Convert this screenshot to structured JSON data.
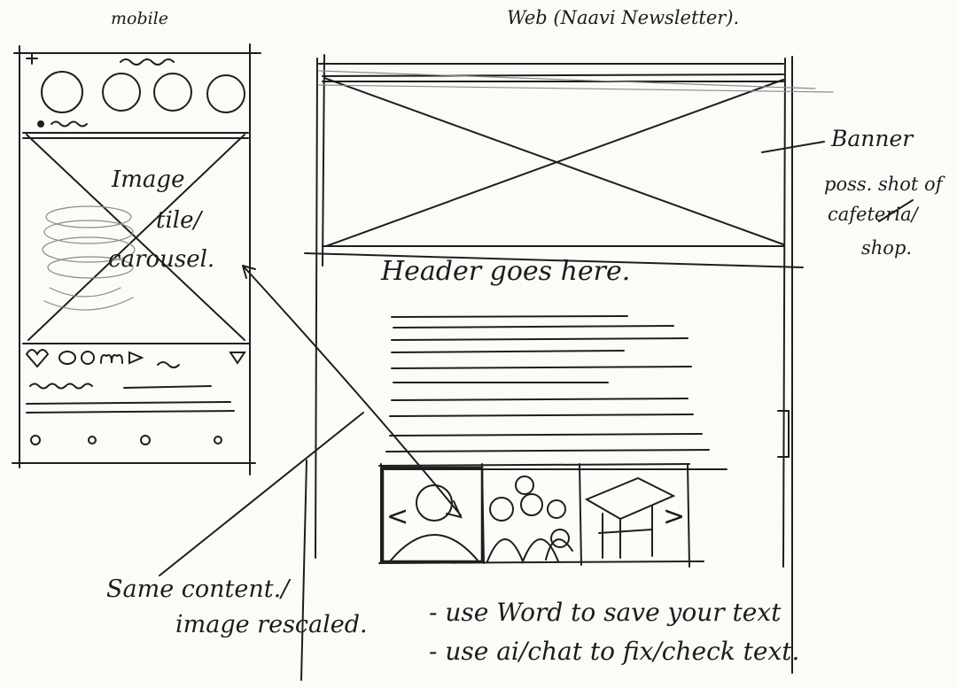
{
  "labels": {
    "mobile": "mobile",
    "web": "Web (Naavi Newsletter).",
    "image": "Image",
    "tile": "tile/",
    "carousel": "carousel.",
    "header": "Header goes here.",
    "banner": "Banner",
    "poss_shot_of": "poss. shot of",
    "cafeteria": "cafeteria/",
    "shop": "shop.",
    "same_content": "Same content./",
    "image_rescaled": "image rescaled."
  },
  "notes": [
    "- use Word to save your text",
    "- use ai/chat to fix/check text."
  ],
  "carousel_arrows": {
    "prev": "<",
    "next": ">"
  },
  "colors": {
    "ink": "#1e1e1e",
    "paper": "#fbfbf8",
    "faint": "#8a8a8a"
  }
}
